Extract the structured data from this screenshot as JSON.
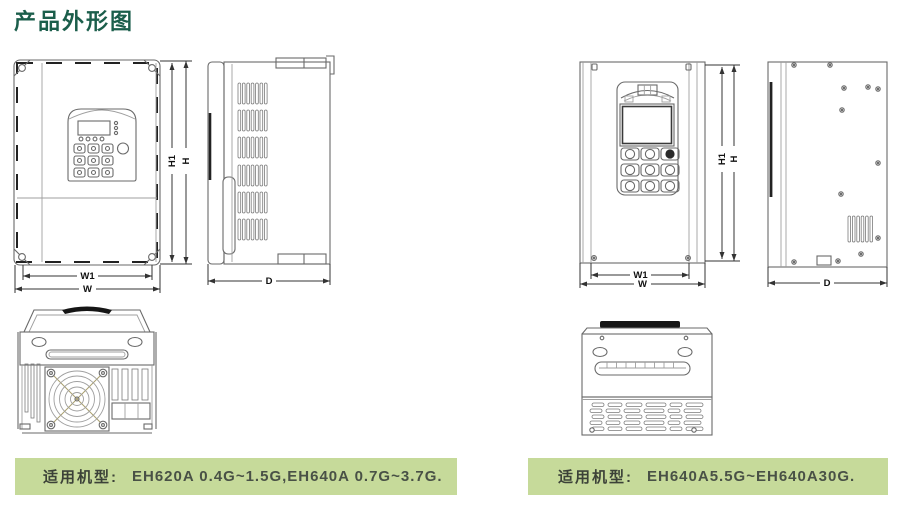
{
  "page": {
    "title": "产品外形图"
  },
  "colors": {
    "title_green": "#1b5e4b",
    "caption_bg": "#c6da9a",
    "caption_text": "#3c4238",
    "drawing_line": "#6a6a6a",
    "dimension_line": "#333333"
  },
  "dimension_labels": {
    "h1": "H1",
    "h": "H",
    "w1": "W1",
    "w": "W",
    "d": "D"
  },
  "left_group": {
    "caption": {
      "label": "适用机型:",
      "models": "EH620A 0.4G~1.5G,EH640A 0.7G~3.7G."
    }
  },
  "right_group": {
    "caption": {
      "label": "适用机型:",
      "models": "EH640A5.5G~EH640A30G."
    }
  }
}
